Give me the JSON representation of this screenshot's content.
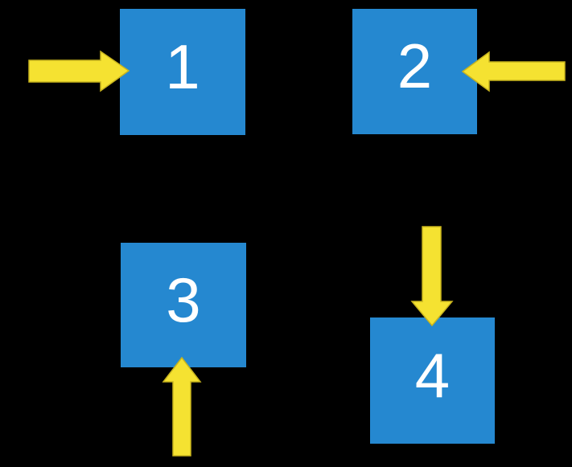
{
  "diagram": {
    "title": "four-numbered-boxes-with-directional-arrows",
    "background": "#000000",
    "box_color": "#2588D0",
    "arrow_color": "#F5E231",
    "arrow_outline_color": "#C8B41E",
    "label_color": "#FFFFFF",
    "boxes": [
      {
        "label": "1",
        "position": "top-left",
        "arrow_enters_from": "left"
      },
      {
        "label": "2",
        "position": "top-right",
        "arrow_enters_from": "right"
      },
      {
        "label": "3",
        "position": "bottom-left",
        "arrow_enters_from": "bottom"
      },
      {
        "label": "4",
        "position": "bottom-right",
        "arrow_enters_from": "top"
      }
    ]
  }
}
